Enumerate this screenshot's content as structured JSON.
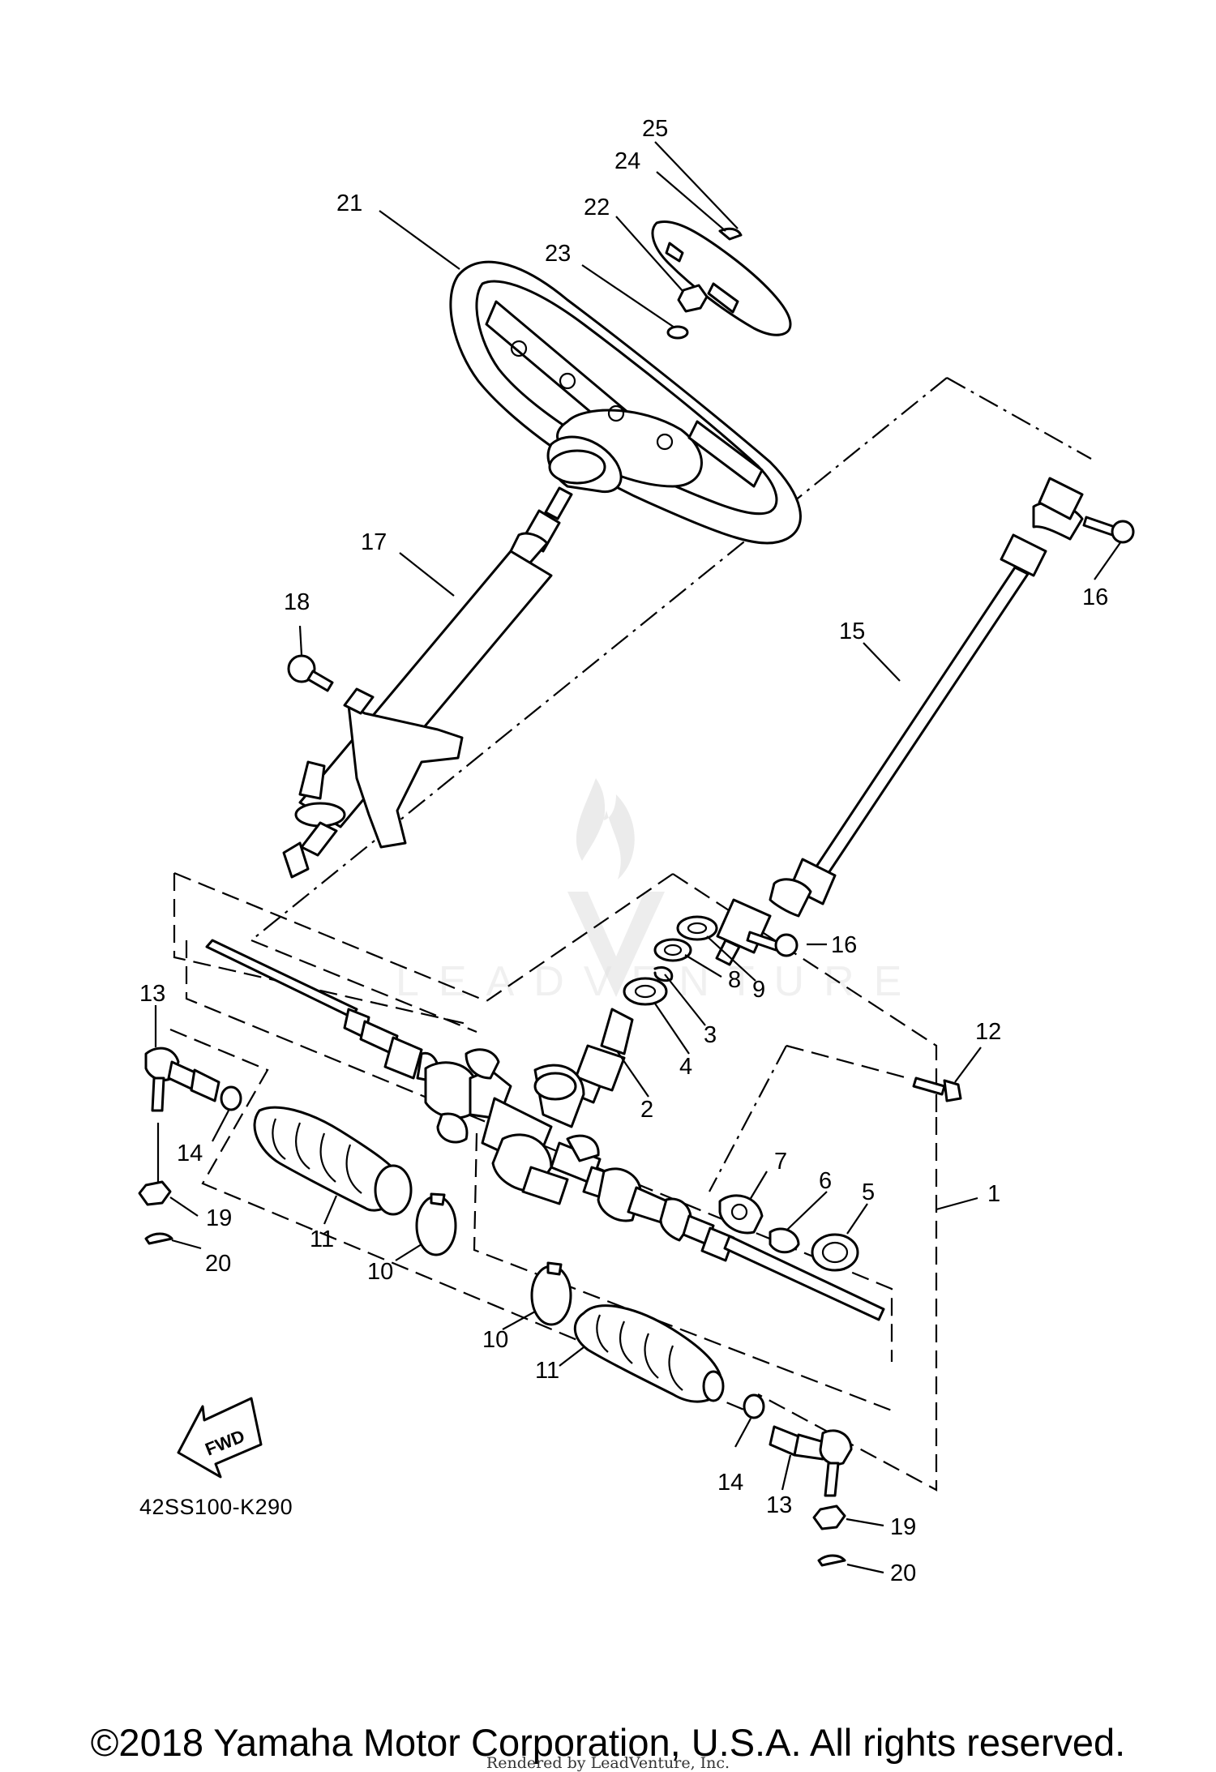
{
  "diagram": {
    "callouts": [
      {
        "num": "25"
      },
      {
        "num": "24"
      },
      {
        "num": "21"
      },
      {
        "num": "22"
      },
      {
        "num": "23"
      },
      {
        "num": "17"
      },
      {
        "num": "18"
      },
      {
        "num": "16"
      },
      {
        "num": "15"
      },
      {
        "num": "16"
      },
      {
        "num": "9"
      },
      {
        "num": "8"
      },
      {
        "num": "3"
      },
      {
        "num": "4"
      },
      {
        "num": "2"
      },
      {
        "num": "12"
      },
      {
        "num": "13"
      },
      {
        "num": "14"
      },
      {
        "num": "19"
      },
      {
        "num": "20"
      },
      {
        "num": "11"
      },
      {
        "num": "10"
      },
      {
        "num": "7"
      },
      {
        "num": "6"
      },
      {
        "num": "5"
      },
      {
        "num": "1"
      },
      {
        "num": "10"
      },
      {
        "num": "11"
      },
      {
        "num": "14"
      },
      {
        "num": "13"
      },
      {
        "num": "19"
      },
      {
        "num": "20"
      }
    ],
    "fwd_label": "FWD",
    "watermark": "LEADVENTURE",
    "diagram_code": "42SS100-K290"
  },
  "footer": {
    "copyright": "©2018 Yamaha Motor Corporation, U.S.A. All rights reserved.",
    "rendered_by": "Rendered by LeadVenture, Inc."
  }
}
